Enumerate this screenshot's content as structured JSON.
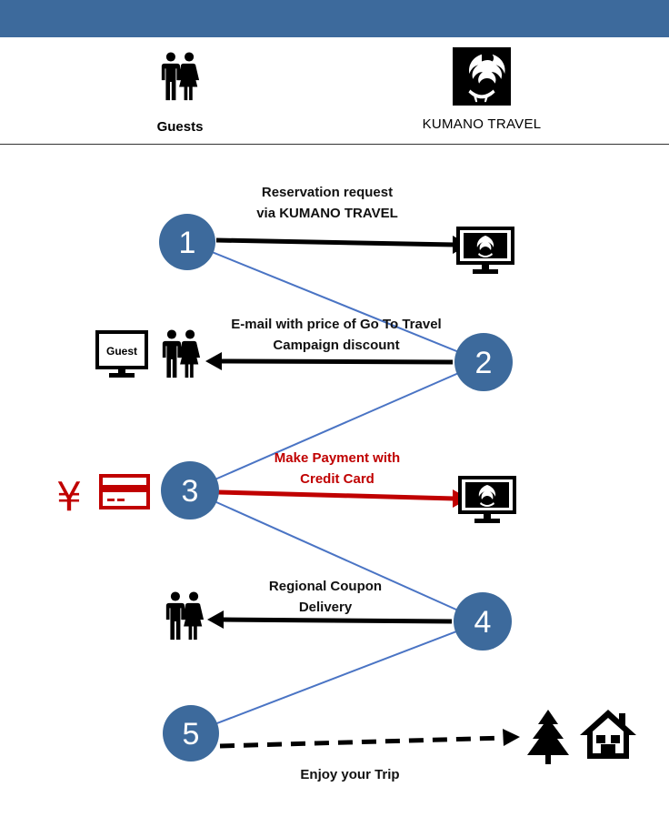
{
  "header": {
    "guests_label": "Guests",
    "company_label": "KUMANO TRAVEL"
  },
  "steps": [
    {
      "number": "1",
      "label_line1": "Reservation request",
      "label_line2": "via KUMANO TRAVEL"
    },
    {
      "number": "2",
      "label_line1": "E-mail with price of Go To Travel",
      "label_line2": "Campaign discount"
    },
    {
      "number": "3",
      "label_line1": "Make Payment with",
      "label_line2": "Credit Card"
    },
    {
      "number": "4",
      "label_line1": "Regional Coupon",
      "label_line2": "Delivery"
    },
    {
      "number": "5",
      "label_line1": "Enjoy your Trip",
      "label_line2": ""
    }
  ],
  "guest_monitor_label": "Guest",
  "yen_symbol": "¥",
  "colors": {
    "header_bar": "#3d6a9c",
    "step_circle": "#3d6a9c",
    "connector_line": "#4a74c4",
    "payment_red": "#c00000",
    "arrow_black": "#000000"
  }
}
